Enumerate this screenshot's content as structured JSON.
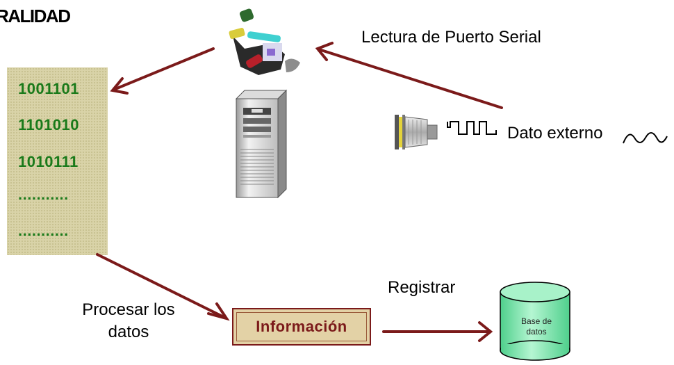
{
  "heading": "RALIDAD",
  "binary_lines": [
    "1001101",
    "1101010",
    "1010111",
    "...........",
    "..........."
  ],
  "labels": {
    "serial": "Lectura de Puerto Serial",
    "dato_externo": "Dato externo",
    "procesar_line1": "Procesar los",
    "procesar_line2": "datos",
    "registrar": "Registrar",
    "informacion": "Información",
    "base_line1": "Base de",
    "base_line2": "datos"
  },
  "colors": {
    "arrow": "#7b1a1a",
    "binary_text": "#1a7a1a",
    "panel": "#d9d3a8",
    "info_box": "#e3d2a6",
    "database": "#7fe7b0"
  },
  "icons": [
    "software-icon",
    "server-tower-icon",
    "serial-connector-icon",
    "square-wave-icon",
    "sine-wave-icon",
    "database-icon"
  ]
}
